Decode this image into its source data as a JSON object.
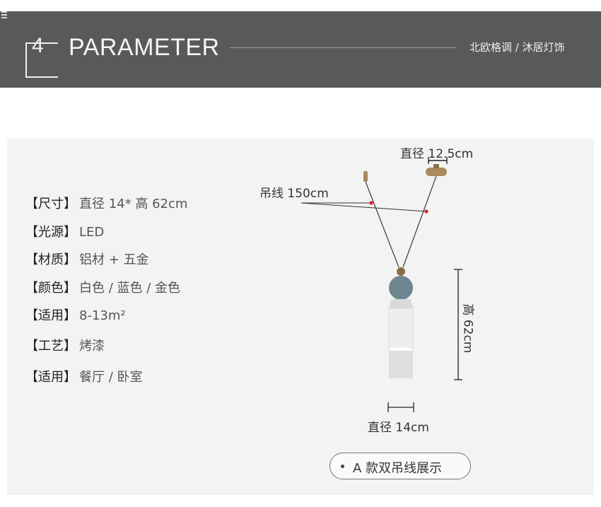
{
  "header": {
    "number": "4",
    "title": "PARAMETER",
    "tagline": "北欧格调 / 沐居灯饰"
  },
  "specs": [
    {
      "label": "【尺寸】",
      "value": "直径 14* 高 62cm"
    },
    {
      "label": "【光源】",
      "value": "LED"
    },
    {
      "label": "【材质】",
      "value": "铝材 + 五金"
    },
    {
      "label": "【颜色】",
      "value": "白色 / 蓝色 / 金色"
    },
    {
      "label": "【适用】",
      "value": "8-13m²"
    },
    {
      "label": "【工艺】",
      "value": "烤漆"
    },
    {
      "label": "【适用】",
      "value": "餐厅 / 卧室"
    }
  ],
  "diagram": {
    "canopy_diameter": "直径 12.5cm",
    "cable_length": "吊线 150cm",
    "height": "高 62cm",
    "shade_diameter": "直径 14cm",
    "colors": {
      "ball": "#6e848e",
      "body": "#eeeeee",
      "canopy": "#a88a5c",
      "dot": "#e0202a"
    }
  },
  "caption": "A 款双吊线展示"
}
